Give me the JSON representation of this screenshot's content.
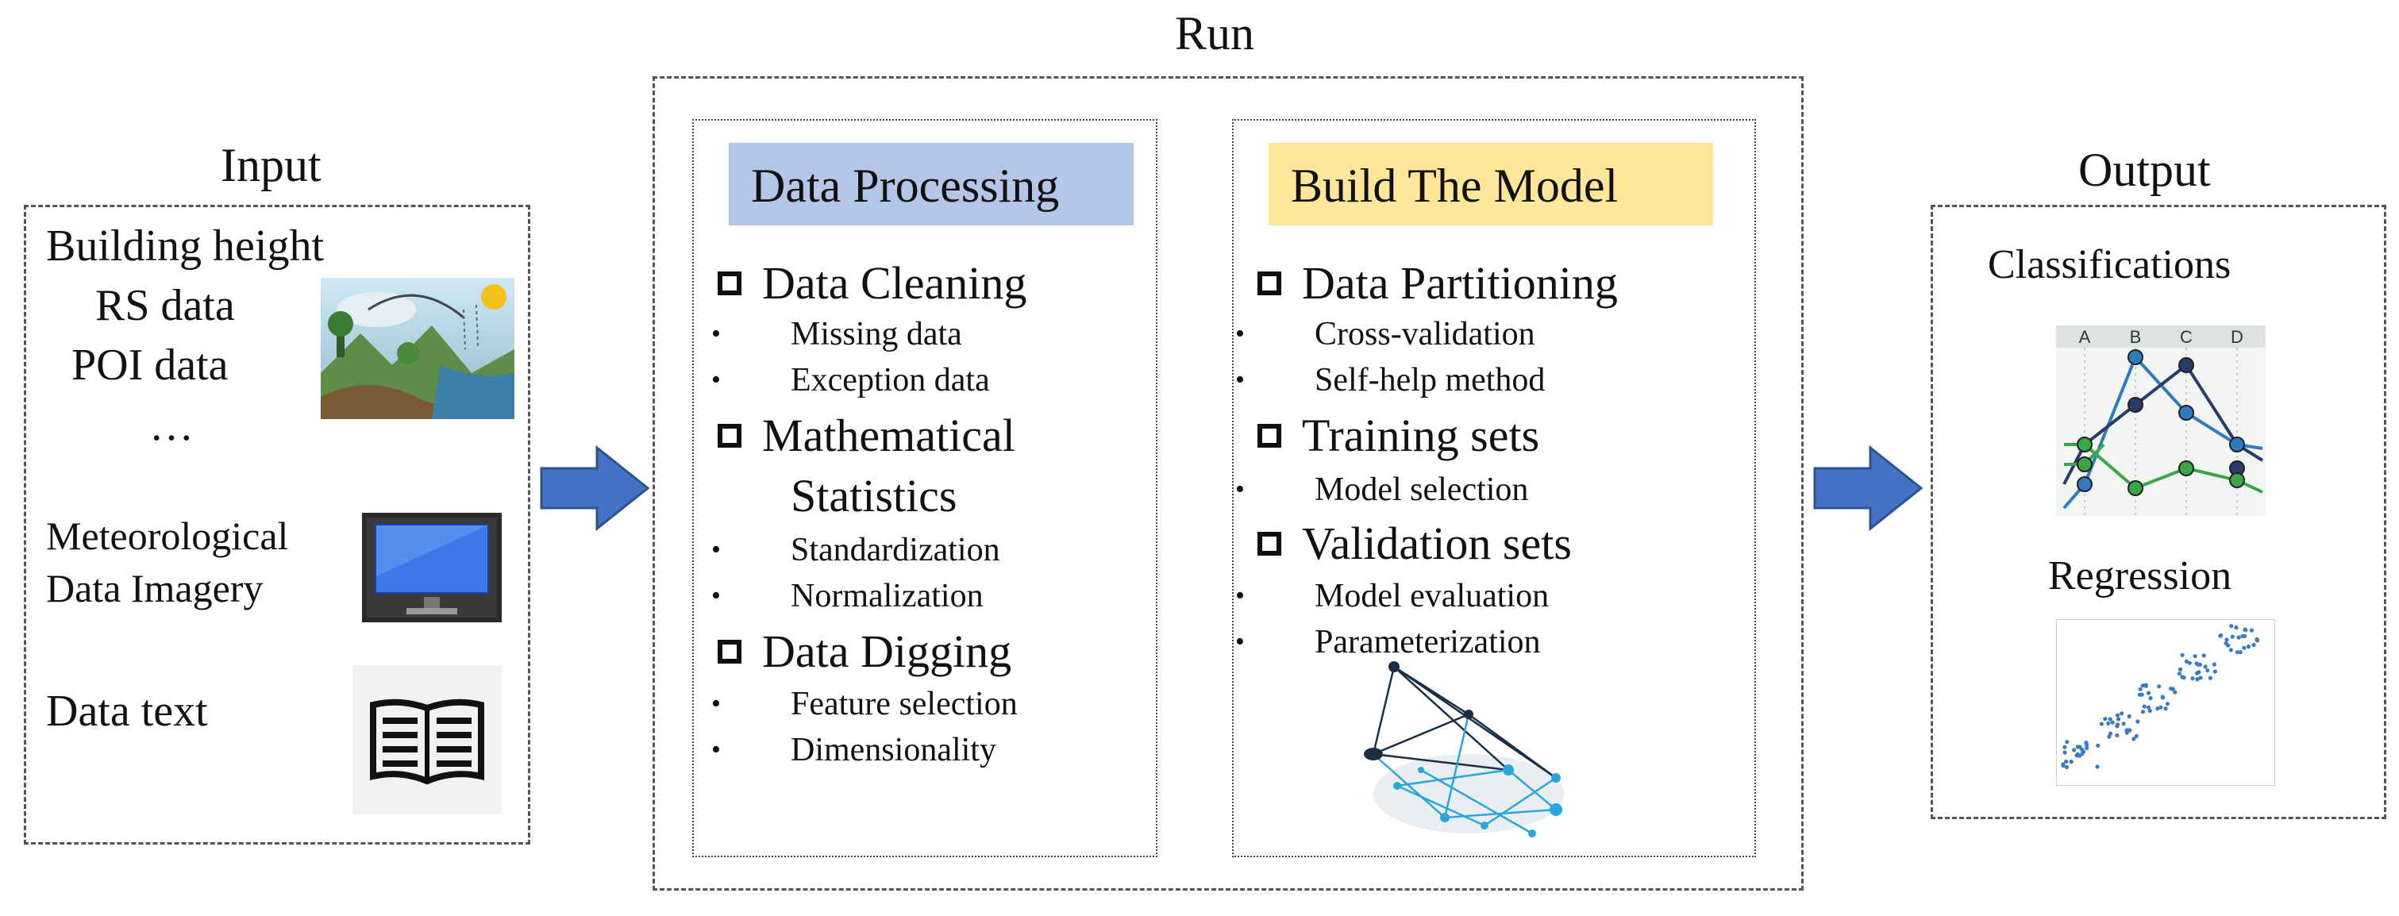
{
  "input": {
    "title": "Input",
    "lines": [
      "Building  height",
      "RS data",
      "POI data",
      "…"
    ],
    "meteo": [
      "Meteorological",
      "Data Imagery"
    ],
    "text": "Data text"
  },
  "run": {
    "title": "Run",
    "processing": {
      "header": "Data Processing",
      "groups": [
        {
          "label": "Data Cleaning",
          "items": [
            "Missing data",
            "Exception data"
          ]
        },
        {
          "label": [
            "Mathematical",
            "Statistics"
          ],
          "items": [
            "Standardization",
            "Normalization"
          ]
        },
        {
          "label": "Data Digging",
          "items": [
            "Feature selection",
            "Dimensionality"
          ]
        }
      ]
    },
    "model": {
      "header": "Build The Model",
      "groups": [
        {
          "label": "Data Partitioning",
          "items": [
            "Cross-validation",
            "Self-help method"
          ]
        },
        {
          "label": "Training sets",
          "items": [
            "Model selection"
          ]
        },
        {
          "label": "Validation sets",
          "items": [
            "Model evaluation",
            "Parameterization"
          ]
        }
      ]
    }
  },
  "output": {
    "title": "Output",
    "classifications": "Classifications",
    "regression": "Regression",
    "chart_columns": [
      "A",
      "B",
      "C",
      "D"
    ]
  },
  "colors": {
    "processing_header_bg": "#b4c6e7",
    "model_header_bg": "#ffe699",
    "arrow": "#4472c4"
  },
  "icons": [
    "landscape-image-icon",
    "monitor-icon",
    "book-icon",
    "network-graph-icon",
    "line-chart-icon",
    "scatter-plot-icon"
  ]
}
